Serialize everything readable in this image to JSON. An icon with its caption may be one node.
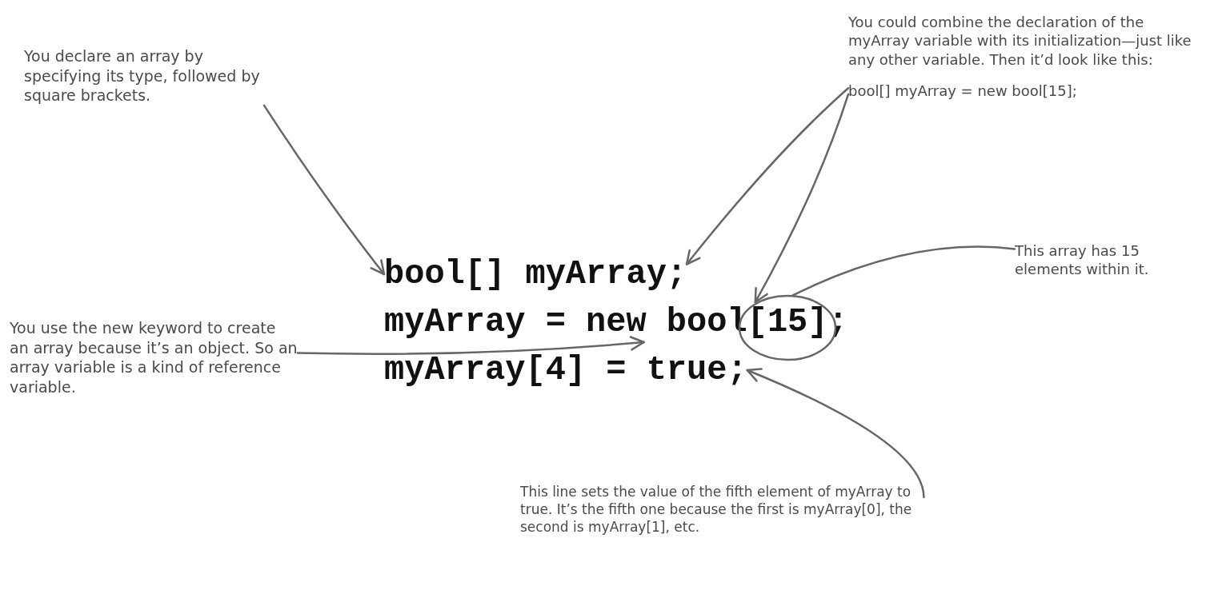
{
  "diagram": {
    "nodes": [
      {
        "text": [
          "You could combine the declaration of the myArray variable with its initialization—just like any other variable. Then it’d look like this:",
          "bool[] myArray = new bool[15];"
        ]
      },
      {
        "text": [
          "You declare an array by specifying its type, followed by square brackets."
        ]
      },
      {
        "text": [
          "bool[] myArray;"
        ]
      },
      {
        "text": [
          "This array has 15 elements within it."
        ]
      },
      {
        "text": [
          "You use the new keyword to create an array because it’s an object. So an array variable is a kind of reference variable."
        ]
      },
      {
        "text": [
          "myArray = new bool[15];"
        ]
      },
      {
        "text": [],
        "shape": "circle"
      },
      {
        "text": [
          "myArray[4] = true;"
        ]
      },
      {
        "text": [
          "This line sets the value of the fifth element of myArray to true. It’s the fifth one because the first is myArray[0], the second is myArray[1], etc."
        ]
      }
    ],
    "edges": [
      {
        "from": 1,
        "to": 2,
        "arrow": "to"
      },
      {
        "from": 0,
        "to": 2,
        "arrow": "to"
      },
      {
        "from": 0,
        "to": 5,
        "arrow": "to"
      },
      {
        "from": 3,
        "to": 6,
        "arrow": "none"
      },
      {
        "from": 4,
        "to": 5,
        "arrow": "to"
      },
      {
        "from": 8,
        "to": 7,
        "arrow": "to"
      }
    ]
  }
}
